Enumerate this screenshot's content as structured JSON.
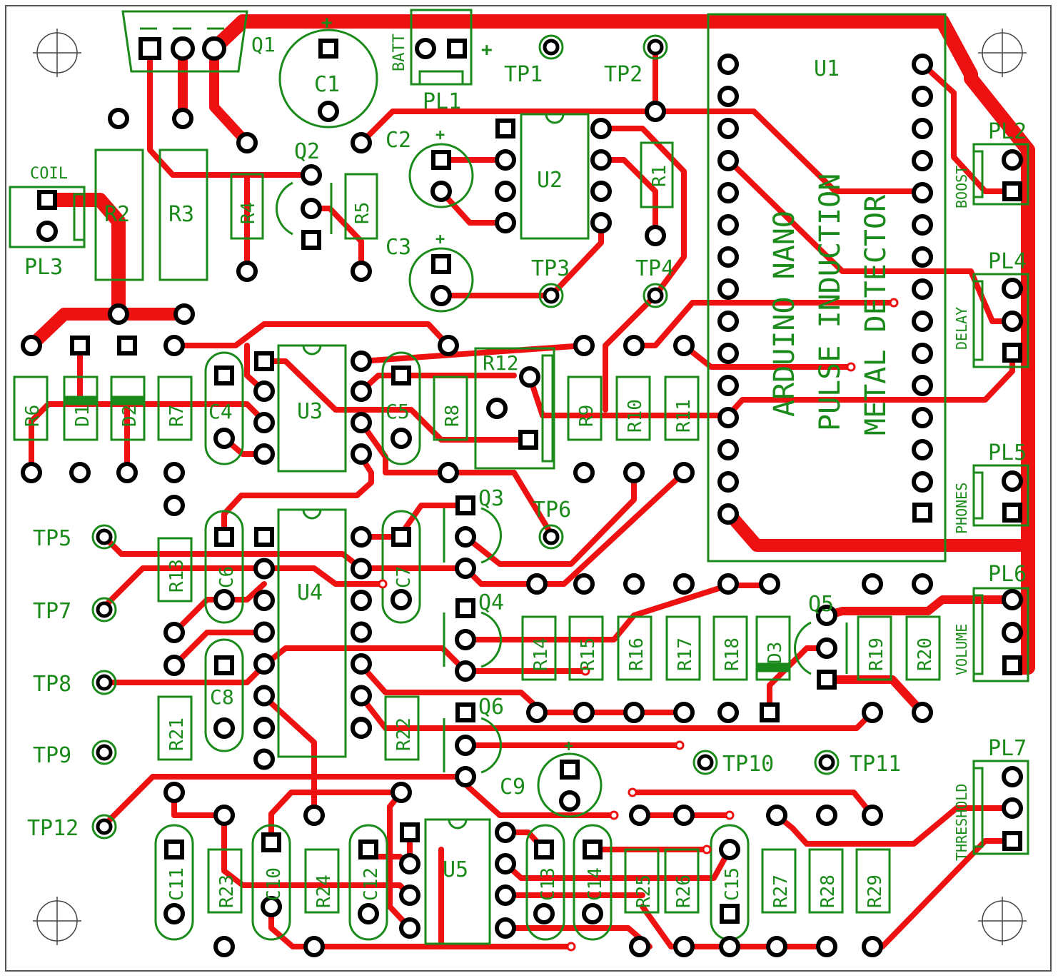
{
  "board": {
    "title_lines": [
      "ARDUINO NANO",
      "PULSE INDUCTION",
      "METAL DETECTOR"
    ],
    "colors": {
      "track": "#ee1111",
      "silkscreen": "#1a8a1a",
      "pad": "#000000",
      "outline": "#555555",
      "background": "#ffffff"
    }
  },
  "labels": {
    "Q1": "Q1",
    "C1": "C1",
    "BATT": "BATT",
    "PL1": "PL1",
    "TP1": "TP1",
    "TP2": "TP2",
    "U1": "U1",
    "Q2": "Q2",
    "C2": "C2",
    "U2": "U2",
    "R1": "R1",
    "PL2": "PL2",
    "BOOST": "BOOST",
    "COIL": "COIL",
    "PL3": "PL3",
    "R2": "R2",
    "R3": "R3",
    "R4": "R4",
    "R5": "R5",
    "C3": "C3",
    "TP3": "TP3",
    "TP4": "TP4",
    "PL4": "PL4",
    "DELAY": "DELAY",
    "R12": "R12",
    "R6": "R6",
    "D1": "D1",
    "D2": "D2",
    "R7": "R7",
    "C4": "C4",
    "U3": "U3",
    "C5": "C5",
    "R8": "R8",
    "R9": "R9",
    "R10": "R10",
    "R11": "R11",
    "PL5": "PL5",
    "PHONES": "PHONES",
    "Q3": "Q3",
    "TP6": "TP6",
    "TP5": "TP5",
    "C6": "C6",
    "R13": "R13",
    "U4": "U4",
    "C7": "C7",
    "PL6": "PL6",
    "TP7": "TP7",
    "Q4": "Q4",
    "Q5": "Q5",
    "R14": "R14",
    "R15": "R15",
    "R16": "R16",
    "R17": "R17",
    "R18": "R18",
    "D3": "D3",
    "R19": "R19",
    "R20": "R20",
    "VOLUME": "VOLUME",
    "TP8": "TP8",
    "C8": "C8",
    "Q6": "Q6",
    "R21": "R21",
    "R22": "R22",
    "TP9": "TP9",
    "TP10": "TP10",
    "TP11": "TP11",
    "PL7": "PL7",
    "C9": "C9",
    "THRESHOLD": "THRESHOLD",
    "TP12": "TP12",
    "C11": "C11",
    "R23": "R23",
    "C10": "C10",
    "R24": "R24",
    "C12": "C12",
    "U5": "U5",
    "C13": "C13",
    "C14": "C14",
    "R25": "R25",
    "R26": "R26",
    "C15": "C15",
    "R27": "R27",
    "R28": "R28",
    "R29": "R29",
    "plus": "+"
  }
}
